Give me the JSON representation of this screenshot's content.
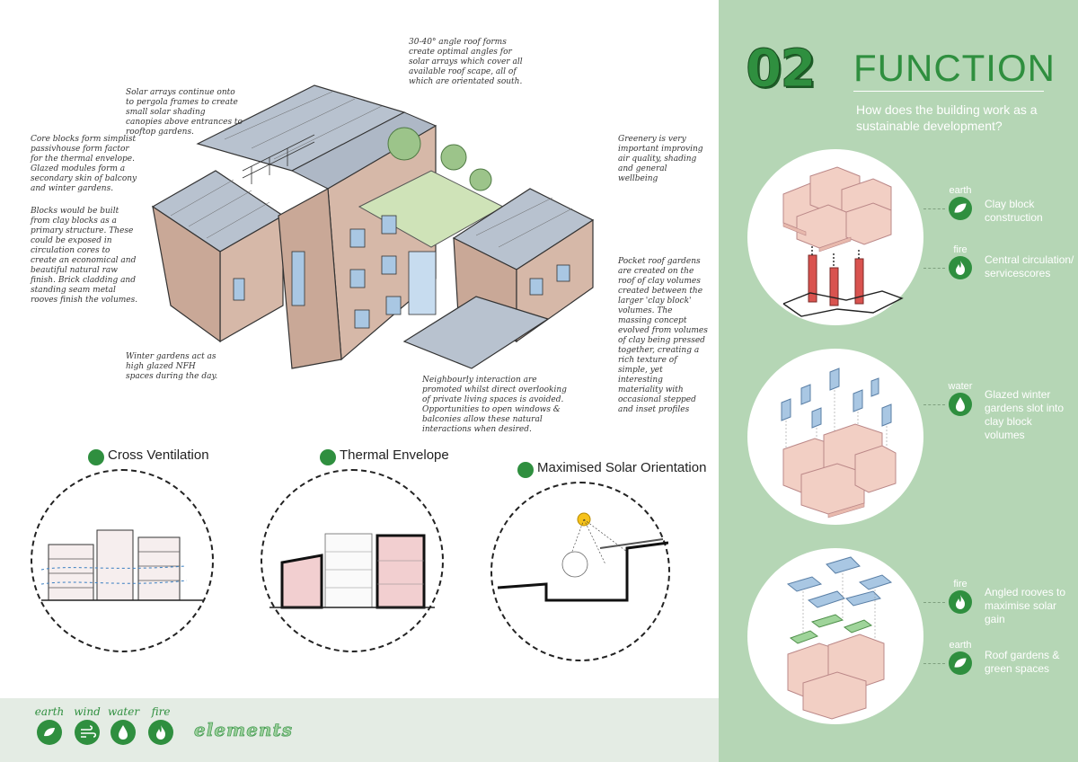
{
  "header": {
    "number": "02",
    "title": "FUNCTION",
    "subtitle": "How does the building work as a sustainable development?"
  },
  "diagrams": [
    {
      "element": "earth",
      "text": "Clay block construction"
    },
    {
      "element": "fire",
      "text": "Central circulation/ servicescores"
    },
    {
      "element": "water",
      "text": "Glazed winter gardens slot into clay block volumes"
    },
    {
      "element": "fire",
      "text": "Angled rooves to maximise solar gain"
    },
    {
      "element": "earth",
      "text": "Roof gardens & green spaces"
    }
  ],
  "annotations": {
    "roof_forms": "30-40° angle roof forms create optimal angles for solar arrays which cover all available roof scape, all of which are orientated south.",
    "solar_arrays": "Solar arrays continue onto to pergola frames to create small solar shading canopies above entrances to rooftop gardens.",
    "core_blocks": "Core blocks form simplist passivhouse form factor for the thermal envelope. Glazed modules form a secondary skin of balcony and winter gardens.",
    "clay_blocks": "Blocks would be built from clay blocks as a primary structure. These could be exposed in circulation cores to create an economical and beautiful natural raw finish. Brick cladding and standing seam metal rooves finish the volumes.",
    "greenery": "Greenery is very important improving air quality, shading and general wellbeing",
    "pocket_gardens": "Pocket roof gardens are created on the roof of clay volumes created between the larger 'clay block' volumes. The massing concept evolved from volumes of clay being pressed together, creating a rich texture of simple, yet interesting materiality with occasional stepped and inset profiles",
    "winter_gardens": "Winter gardens act as high glazed NFH spaces during the day.",
    "neighbourly": "Neighbourly interaction are promoted whilst direct overlooking of private living spaces is avoided. Opportunities to open windows & balconies allow these natural interactions when desired."
  },
  "strategies": [
    {
      "title": "Cross Ventilation"
    },
    {
      "title": "Thermal Envelope"
    },
    {
      "title": "Maximised Solar Orientation"
    }
  ],
  "footer": {
    "elements": [
      "earth",
      "wind",
      "water",
      "fire"
    ],
    "word": "elements"
  },
  "colors": {
    "panel": "#b5d6b5",
    "accent": "#2f8f3f",
    "clay": "#f2cfc4",
    "core": "#d9534f",
    "glass": "#a9c7e3",
    "roof_garden": "#9fd49a"
  }
}
